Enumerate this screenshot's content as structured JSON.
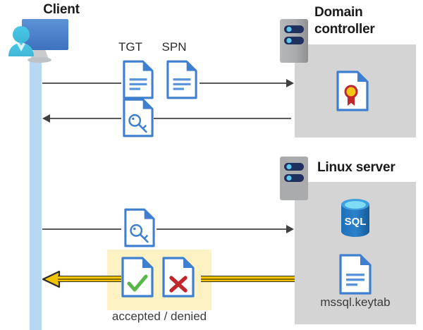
{
  "diagram": {
    "title": "Kerberos authentication flow between client, domain controller and Linux server",
    "colors": {
      "panel_gray": "#d4d4d4",
      "lifeline_blue": "#b7d7f2",
      "highlight_yellow": "#fdf2c4",
      "arrow_yellow": "#f5c400",
      "doc_blue": "#3f7fd0",
      "sql_blue": "#1a6bb5",
      "accept_green": "#56b847",
      "deny_red": "#c0272d",
      "line_gray": "#595959"
    }
  },
  "client": {
    "label": "Client",
    "icon": "client-monitor-user-icon",
    "lifeline": "client-lifeline"
  },
  "domain_controller": {
    "label": "Domain\ncontroller",
    "label_line1": "Domain",
    "label_line2": "controller",
    "server_icon": "server-icon",
    "contents": [
      {
        "icon": "certificate-document-icon",
        "label": ""
      }
    ]
  },
  "linux_server": {
    "label": "Linux server",
    "server_icon": "server-icon",
    "contents": [
      {
        "icon": "sql-database-icon",
        "label": "SQL"
      },
      {
        "icon": "keytab-document-icon",
        "label": "mssql.keytab"
      }
    ],
    "keytab_label": "mssql.keytab",
    "sql_label": "SQL"
  },
  "messages": [
    {
      "id": "msg-tgt-spn-request",
      "direction": "right",
      "from": "client",
      "to": "domain_controller",
      "icons": [
        {
          "name": "tgt-document-icon",
          "label": "TGT"
        },
        {
          "name": "spn-document-icon",
          "label": "SPN"
        }
      ]
    },
    {
      "id": "msg-service-ticket-response",
      "direction": "left",
      "from": "domain_controller",
      "to": "client",
      "icons": [
        {
          "name": "key-document-icon",
          "label": ""
        }
      ]
    },
    {
      "id": "msg-ticket-presented",
      "direction": "right",
      "from": "client",
      "to": "linux_server",
      "icons": [
        {
          "name": "key-document-icon",
          "label": ""
        }
      ]
    },
    {
      "id": "msg-auth-result",
      "direction": "left",
      "from": "linux_server",
      "to": "client",
      "style": "yellow-thick",
      "icons": [
        {
          "name": "accepted-document-icon",
          "label": ""
        },
        {
          "name": "denied-document-icon",
          "label": ""
        }
      ],
      "caption": "accepted / denied"
    }
  ],
  "labels": {
    "tgt": "TGT",
    "spn": "SPN",
    "accepted_denied": "accepted / denied"
  }
}
